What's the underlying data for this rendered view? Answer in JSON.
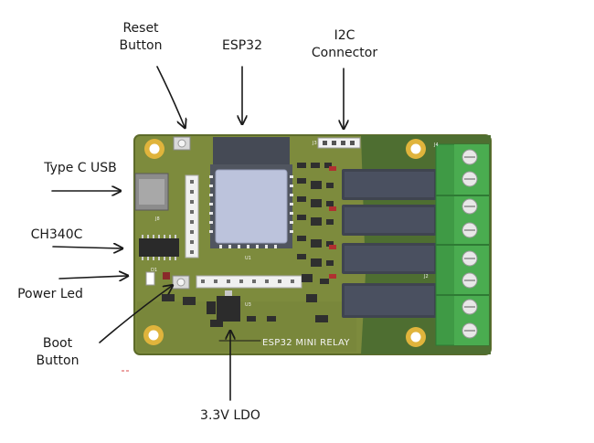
{
  "labels": {
    "reset_button": "Reset\nButton",
    "esp32": "ESP32",
    "i2c_connector": "I2C\nConnector",
    "type_c_usb": "Type C USB",
    "ch340c": "CH340C",
    "power_led": "Power Led",
    "boot_button": "Boot\nButton",
    "ldo": "3.3V LDO"
  },
  "board": {
    "silkscreen_title": "ESP32 MINI RELAY",
    "refs": [
      "J8",
      "J4",
      "J2",
      "U3",
      "U1",
      "D1",
      "J3"
    ]
  },
  "colors": {
    "pcb": "#7a8a3b",
    "pcb_dark": "#4c6a2f",
    "relay": "#3f4450",
    "terminal": "#3f9a45",
    "esp_shield": "#bcc3dc"
  }
}
